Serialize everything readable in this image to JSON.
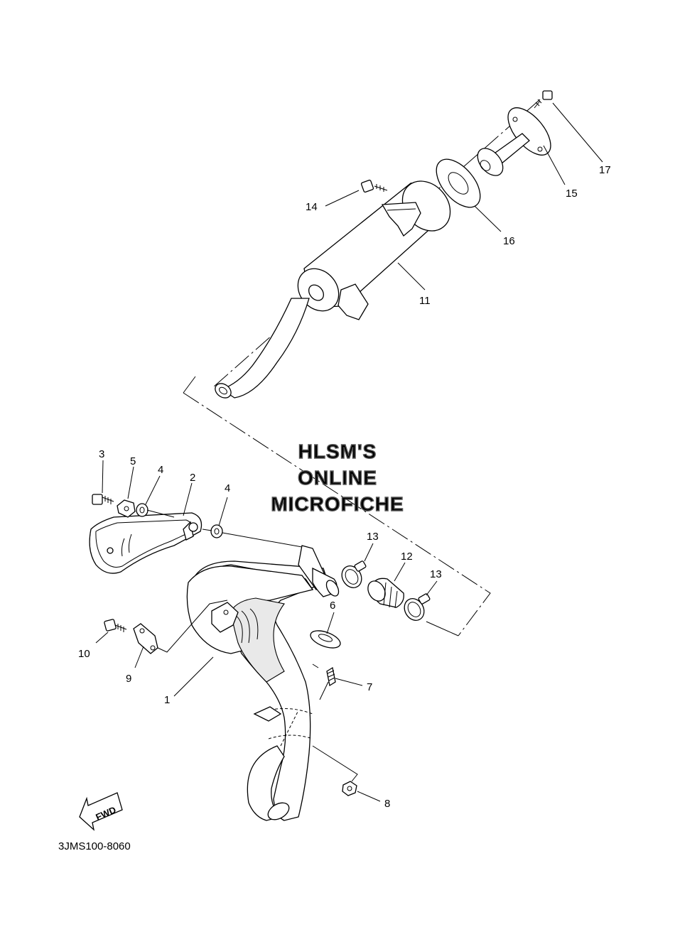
{
  "diagram_code": "3JMS100-8060",
  "watermark": {
    "line1": "HLSM'S",
    "line2": "ONLINE",
    "line3": "MICROFICHE"
  },
  "fwd_label": "FWD",
  "callouts": {
    "p1": "1",
    "p2": "2",
    "p3": "3",
    "p4a": "4",
    "p4b": "4",
    "p5": "5",
    "p6": "6",
    "p7": "7",
    "p8": "8",
    "p9": "9",
    "p10": "10",
    "p11": "11",
    "p12": "12",
    "p13a": "13",
    "p13b": "13",
    "p14": "14",
    "p15": "15",
    "p16": "16",
    "p17": "17"
  }
}
